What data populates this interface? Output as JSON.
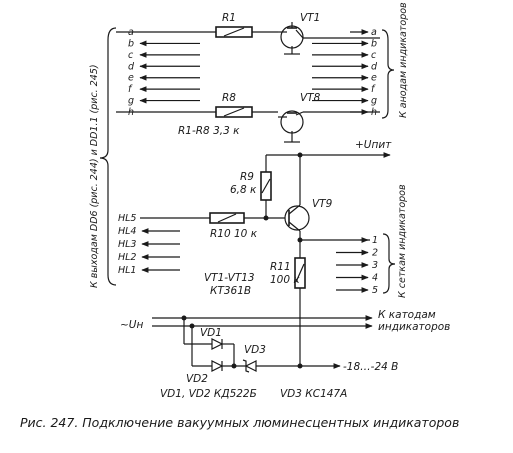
{
  "inputs_top": [
    "a",
    "b",
    "c",
    "d",
    "e",
    "f",
    "g",
    "h"
  ],
  "outputs_top": [
    "a",
    "b",
    "c",
    "d",
    "e",
    "f",
    "g",
    "h"
  ],
  "components": {
    "r1": "R1",
    "vt1": "VT1",
    "r8": "R8",
    "vt8": "VT8",
    "r1_r8_value": "R1-R8 3,3 к",
    "r9": "R9",
    "r9_value": "6,8 к",
    "vt9": "VT9",
    "r10_value": "R10 10 к",
    "r11": "R11",
    "r11_value": "100 к",
    "vt_group": "VT1-VT13",
    "vt_type": "КТ361В",
    "vd1": "VD1",
    "vd2": "VD2",
    "vd3": "VD3",
    "diodes_type": "VD1, VD2   КД522Б",
    "zener_type": "VD3  КС147А"
  },
  "hl_inputs": [
    "HL5",
    "HL4",
    "HL3",
    "HL2",
    "HL1"
  ],
  "grid_outputs": [
    "1",
    "2",
    "3",
    "4",
    "5"
  ],
  "labels": {
    "left_vertical": "К выходам DD6 (рис. 244) и DD1.1 (рис. 245)",
    "anodes": "К анодам индикаторов",
    "grids": "К сеткам индикаторов",
    "u_supply": "+Uпит",
    "u_filament": "~Uн",
    "cathodes_line1": "К катодам",
    "cathodes_line2": "индикаторов",
    "neg_voltage": "-18…-24 В"
  },
  "caption": "Рис. 247. Подключение вакуумных люминесцентных индикаторов"
}
